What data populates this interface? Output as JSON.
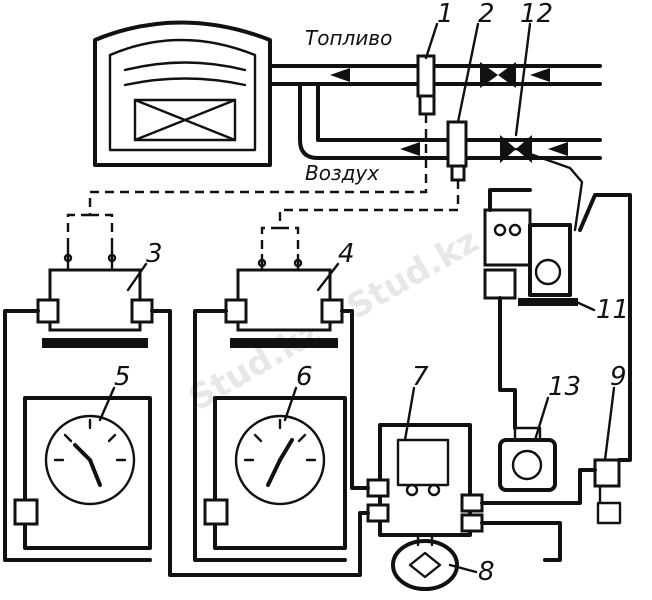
{
  "labels": {
    "fuel": "Топливо",
    "air": "Воздух"
  },
  "watermark": "Stud.kz - Stud.kz",
  "numbers": {
    "n1": "1",
    "n2": "2",
    "n3": "3",
    "n4": "4",
    "n5": "5",
    "n6": "6",
    "n7": "7",
    "n8": "8",
    "n9": "9",
    "n11": "11",
    "n12": "12",
    "n13": "13"
  }
}
